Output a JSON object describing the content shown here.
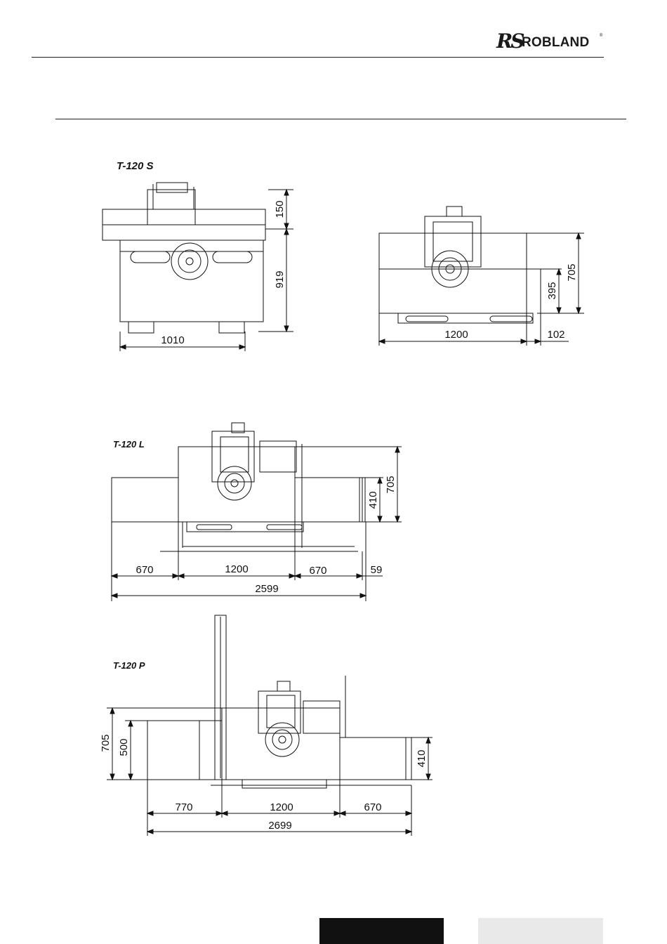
{
  "header": {
    "brand": {
      "monogram": "RS",
      "wordmark": "ROBLAND",
      "registered": "®"
    }
  },
  "models": {
    "s": {
      "label": "T-120 S"
    },
    "l": {
      "label": "T-120 L"
    },
    "p": {
      "label": "T-120 P"
    }
  },
  "dimensions": {
    "s_front": {
      "height_top": "150",
      "height_body": "919",
      "width": "1010"
    },
    "s_side": {
      "height_total": "705",
      "height_table": "395",
      "width": "1200",
      "offset": "102"
    },
    "l": {
      "height_total": "705",
      "height_table": "410",
      "left": "670",
      "center": "1200",
      "right": "670",
      "end": "59",
      "total": "2599"
    },
    "p": {
      "height_total": "705",
      "height_carriage": "500",
      "height_table": "410",
      "left": "770",
      "center": "1200",
      "right": "670",
      "total": "2699"
    }
  }
}
